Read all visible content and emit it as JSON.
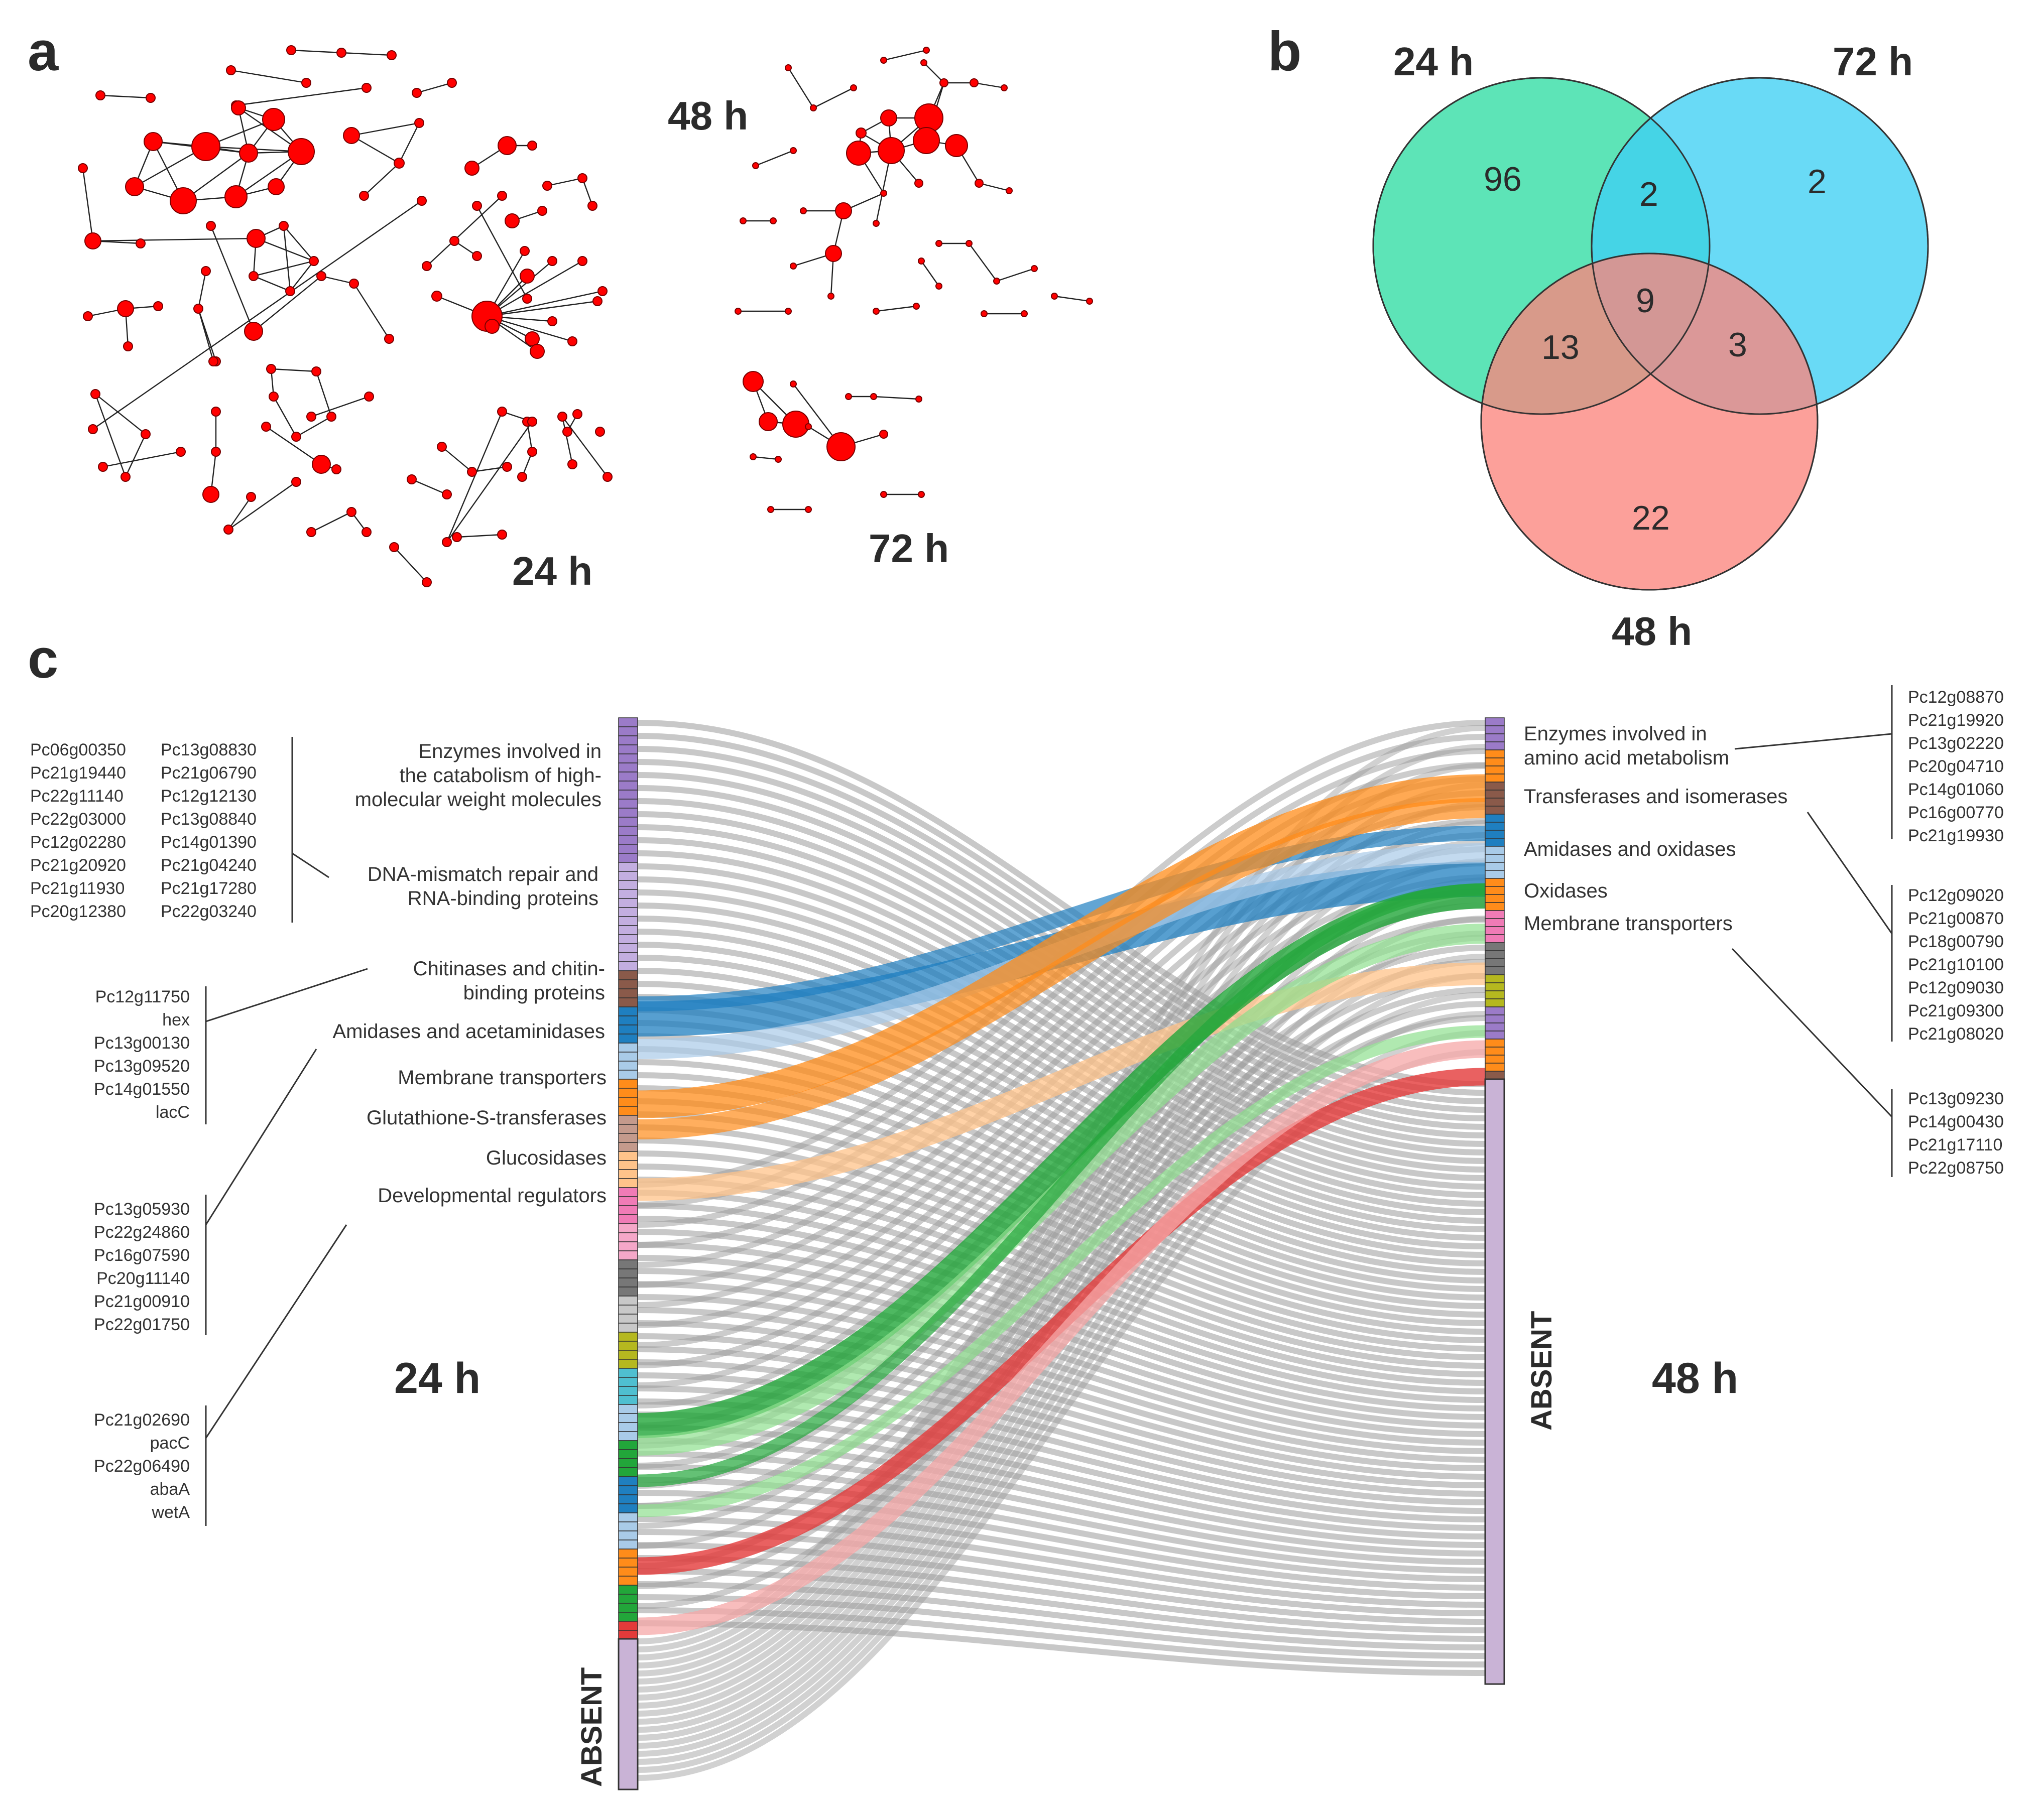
{
  "panels": {
    "a": "a",
    "b": "b",
    "c": "c"
  },
  "network": {
    "label_24": "24 h",
    "label_48": "48 h",
    "label_72": "72 h"
  },
  "venn": {
    "label_24": "24 h",
    "label_72": "72 h",
    "label_48": "48 h",
    "colors": {
      "24h": "#2fdca3",
      "72h": "#3fcff3",
      "48h": "#fb857d"
    },
    "counts": {
      "only_24": "96",
      "24_72": "2",
      "only_72": "2",
      "all": "9",
      "24_48": "13",
      "48_72": "3",
      "only_48": "22"
    }
  },
  "sankey": {
    "left_time": "24 h",
    "right_time": "48 h",
    "absent_left": "ABSENT",
    "absent_right": "ABSENT",
    "left_categories": [
      "Enzymes involved in",
      "the catabolism of high-",
      "molecular weight molecules",
      "DNA-mismatch repair and",
      "RNA-binding proteins",
      "Chitinases and chitin-",
      "binding proteins",
      "Amidases and acetaminidases",
      "Membrane transporters",
      "Glutathione-S-transferases",
      "Glucosidases",
      "Developmental regulators"
    ],
    "right_categories": [
      "Enzymes involved in",
      "amino acid metabolism",
      "Transferases and isomerases",
      "Amidases and oxidases",
      "Oxidases",
      "Membrane transporters"
    ],
    "left_gene_block_col1": [
      "Pc06g00350",
      "Pc21g19440",
      "Pc22g11140",
      "Pc22g03000",
      "Pc12g02280",
      "Pc21g20920",
      "Pc21g11930",
      "Pc20g12380"
    ],
    "left_gene_block_col2": [
      "Pc13g08830",
      "Pc21g06790",
      "Pc12g12130",
      "Pc13g08840",
      "Pc14g01390",
      "Pc21g04240",
      "Pc21g17280",
      "Pc22g03240"
    ],
    "chitinase_genes": [
      "Pc12g11750",
      "hex",
      "Pc13g00130",
      "Pc13g09520",
      "Pc14g01550",
      "lacC"
    ],
    "amidase_genes": [
      "Pc13g05930",
      "Pc22g24860",
      "Pc16g07590",
      "Pc20g11140",
      "Pc21g00910",
      "Pc22g01750"
    ],
    "regulator_genes": [
      "Pc21g02690",
      "pacC",
      "Pc22g06490",
      "abaA",
      "wetA"
    ],
    "aa_genes": [
      "Pc12g08870",
      "Pc21g19920",
      "Pc13g02220",
      "Pc20g04710",
      "Pc14g01060",
      "Pc16g00770",
      "Pc21g19930"
    ],
    "transferase_genes": [
      "Pc12g09020",
      "Pc21g00870",
      "Pc18g00790",
      "Pc21g10100",
      "Pc12g09030",
      "Pc21g09300",
      "Pc21g08020"
    ],
    "transporter_genes": [
      "Pc13g09230",
      "Pc14g00430",
      "Pc21g17110",
      "Pc22g08750"
    ],
    "colors": {
      "gray": "#9a9a9a",
      "purple": "#9b7bc8",
      "orange": "#ff8c1a",
      "light_orange": "#ffc38a",
      "blue": "#1f7fc0",
      "light_blue": "#a9cbe8",
      "green": "#22a63a",
      "light_green": "#8ee08e",
      "red": "#e33a3a",
      "pink": "#f5a7a7",
      "absent": "#c9b3d6"
    }
  }
}
